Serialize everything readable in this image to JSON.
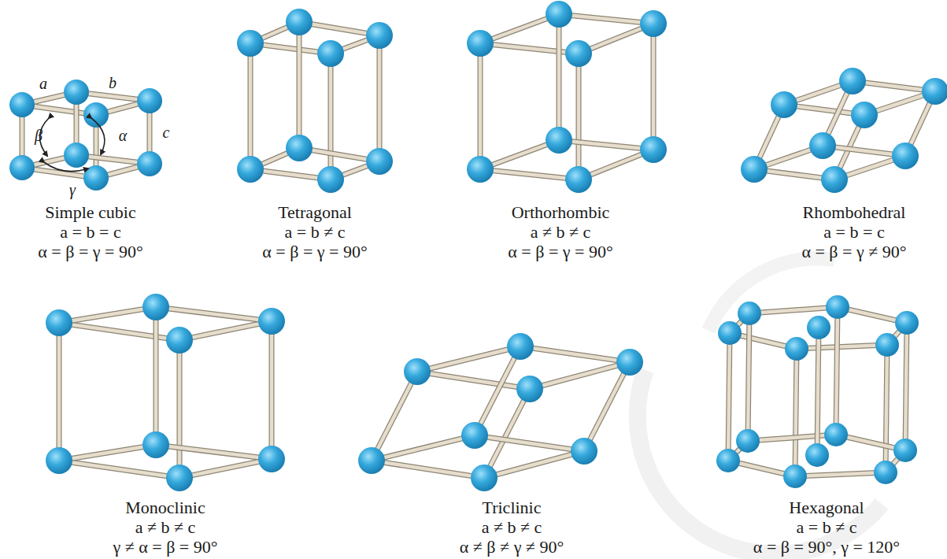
{
  "diagram": {
    "labels": [
      "a",
      "b",
      "c",
      "β",
      "α",
      "γ",
      "Simple cubic",
      "a = b = c",
      "α = β = γ = 90°",
      "Tetragonal",
      "a = b ≠ c",
      "α = β = γ = 90°",
      "Orthorhombic",
      "a ≠ b ≠ c",
      "α = β = γ = 90°",
      "Rhombohedral",
      "a = b = c",
      "α = β = γ ≠ 90°",
      "Monoclinic",
      "a ≠ b ≠ c",
      "γ ≠ α = β = 90°",
      "Triclinic",
      "a ≠ b ≠ c",
      "α ≠ β ≠ γ ≠ 90°",
      "Hexagonal",
      "a = b ≠ c",
      "α = β = 90°, γ = 120°"
    ]
  }
}
